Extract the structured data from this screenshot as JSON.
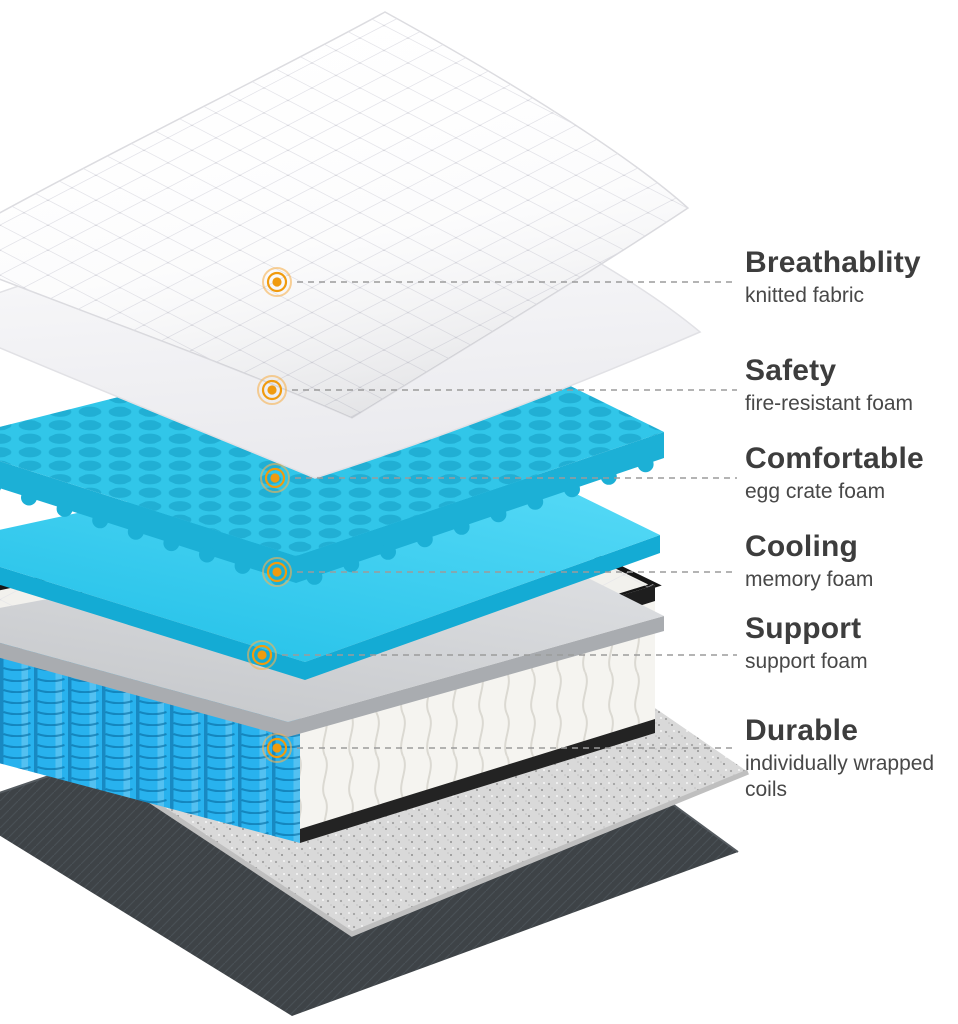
{
  "figure": {
    "type": "mattress-layer-diagram",
    "background": "#ffffff"
  },
  "callouts": [
    {
      "id": "breathability",
      "title": "Breathablity",
      "subtitle": "knitted fabric"
    },
    {
      "id": "safety",
      "title": "Safety",
      "subtitle": "fire-resistant foam"
    },
    {
      "id": "comfortable",
      "title": "Comfortable",
      "subtitle": "egg crate foam"
    },
    {
      "id": "cooling",
      "title": "Cooling",
      "subtitle": "memory foam"
    },
    {
      "id": "support",
      "title": "Support",
      "subtitle": "support foam"
    },
    {
      "id": "durable",
      "title": "Durable",
      "subtitle": "individually wrapped coils"
    }
  ],
  "colors": {
    "marker_orange": "#F09B0F",
    "marker_ring_soft": "#F6B352",
    "memory_foam_cyan": "#22C0E8",
    "egg_crate_cyan": "#31C6E9",
    "coil_blue": "#28B2EE",
    "support_foam_gray": "#CFD2D5",
    "felt_gray": "#D9D9D9",
    "base_dark": "#3E4347",
    "callout_line_gray": "#9B9B9B",
    "title_text": "#3D3D3D",
    "subtitle_text": "#484848"
  }
}
